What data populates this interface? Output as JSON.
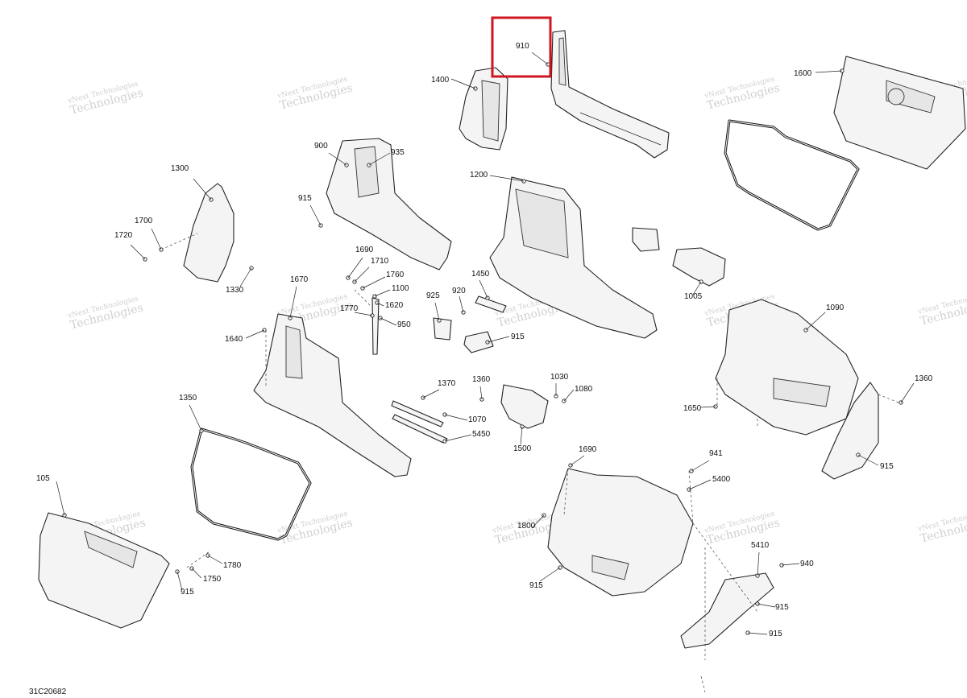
{
  "diagram": {
    "code": "31C20682",
    "watermark": {
      "line1": "vNext Technologies",
      "line2": "Technologies"
    },
    "highlight_part": "910",
    "parts": [
      "910",
      "1400",
      "1600",
      "900",
      "935",
      "1300",
      "915",
      "1700",
      "1720",
      "1330",
      "1200",
      "1690",
      "1710",
      "1760",
      "1100",
      "1670",
      "1770",
      "1620",
      "925",
      "920",
      "1450",
      "1005",
      "1640",
      "950",
      "915",
      "1090",
      "1360",
      "1370",
      "1360",
      "1030",
      "1080",
      "1650",
      "1070",
      "1350",
      "5450",
      "1500",
      "915",
      "105",
      "1690",
      "941",
      "5400",
      "1800",
      "5410",
      "1780",
      "940",
      "1750",
      "915",
      "915",
      "915",
      "915"
    ]
  }
}
